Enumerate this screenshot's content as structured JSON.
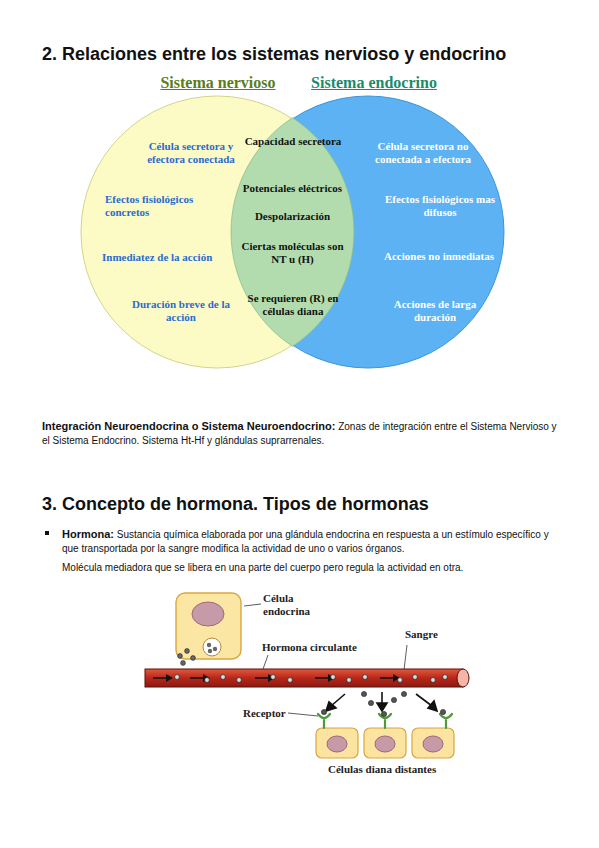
{
  "diagram": {
    "title": "2. Relaciones entre los sistemas nervioso y endocrino",
    "nodes": [
      {
        "text": [
          "Sistema nervioso",
          "Célula secretora y efectora conectada",
          "Efectos fisiológicos concretos",
          "Inmediatez de la acción",
          "Duración breve de la acción"
        ]
      },
      {
        "text": [
          "Sistema endocrino",
          "Célula secretora no conectada a efectora",
          "Efectos fisiológicos mas difusos",
          "Acciones no inmediatas",
          "Acciones de larga duración"
        ]
      },
      {
        "text": [
          "Capacidad secretora",
          "Potenciales eléctricos",
          "Despolarización",
          "Ciertas moléculas son NT u (H)",
          "Se requieren (R) en células diana"
        ]
      },
      {
        "text": [
          "Célula endocrina"
        ]
      },
      {
        "text": [
          "Sangre"
        ]
      }
    ],
    "labels": [
      "Integración Neuroendocrina o Sistema Neuroendocrino:",
      "Zonas de integración entre el Sistema Nervioso y el Sistema Endocrino. Sistema Ht-Hf y glándulas suprarrenales.",
      "3. Concepto de hormona. Tipos de hormonas",
      "Hormona:",
      "Sustancia química elaborada por una glándula endocrina en respuesta a un estímulo específico y que transportada por la sangre modifica la actividad de uno o varios órganos.",
      "Molécula mediadora que se libera en una parte del cuerpo pero regula la actividad en otra.",
      "Hormona circulante",
      "Receptor",
      "Células diana distantes"
    ]
  }
}
